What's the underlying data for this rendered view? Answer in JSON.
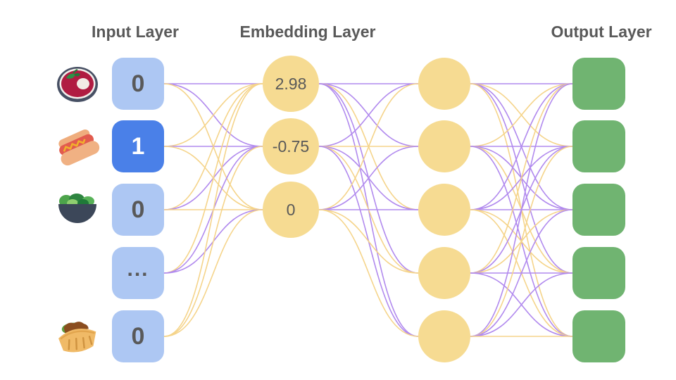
{
  "headers": {
    "input": "Input Layer",
    "embedding": "Embedding Layer",
    "output": "Output Layer"
  },
  "input_nodes": [
    {
      "icon": "borscht-icon",
      "value": "0",
      "state": "inactive"
    },
    {
      "icon": "hotdog-icon",
      "value": "1",
      "state": "active"
    },
    {
      "icon": "salad-icon",
      "value": "0",
      "state": "inactive"
    },
    {
      "icon": null,
      "value": "...",
      "state": "inactive"
    },
    {
      "icon": "pita-icon",
      "value": "0",
      "state": "inactive"
    }
  ],
  "embedding_nodes": [
    {
      "value": "2.98"
    },
    {
      "value": "-0.75"
    },
    {
      "value": "0"
    }
  ],
  "hidden_node_count": 5,
  "output_node_count": 5,
  "colors": {
    "input_inactive": "#adc7f3",
    "input_active": "#4a80e8",
    "embedding_node": "#f6db92",
    "hidden_node": "#f6db92",
    "output_node": "#70b471",
    "edge_purple": "#b18aee",
    "edge_yellow": "#f5d48a",
    "text": "#595959"
  },
  "edges": {
    "input_to_embedding": [
      [
        "p",
        "p",
        "y"
      ],
      [
        "y",
        "p",
        "y"
      ],
      [
        "y",
        "p",
        "y"
      ],
      [
        "y",
        "p",
        "p"
      ],
      [
        "y",
        "y",
        "y"
      ]
    ],
    "embedding_to_hidden": [
      [
        "p",
        "p",
        "y",
        "p",
        "p"
      ],
      [
        "p",
        "y",
        "p",
        "y",
        "p"
      ],
      [
        "y",
        "p",
        "p",
        "y",
        "y"
      ]
    ],
    "hidden_to_output": [
      [
        "p",
        "y",
        "p",
        "p",
        "y"
      ],
      [
        "y",
        "p",
        "p",
        "y",
        "p"
      ],
      [
        "p",
        "p",
        "p",
        "y",
        "y"
      ],
      [
        "y",
        "p",
        "y",
        "p",
        "p"
      ],
      [
        "p",
        "y",
        "p",
        "p",
        "y"
      ]
    ]
  }
}
